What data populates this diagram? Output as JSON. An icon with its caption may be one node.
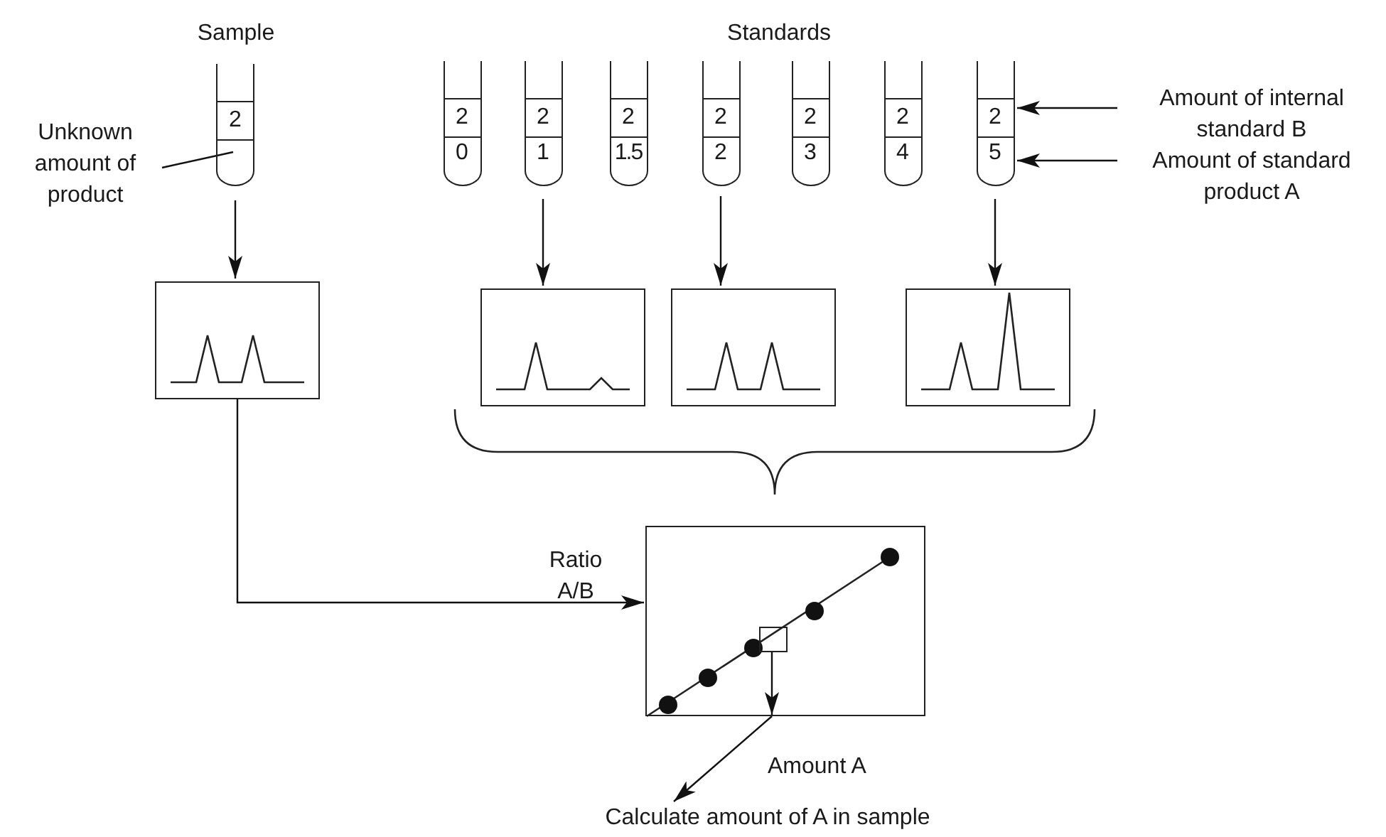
{
  "diagram": {
    "nodes": [
      {
        "text": [
          "2"
        ],
        "beside": [
          "Sample"
        ]
      },
      {
        "text": [
          "Unknown amount of product"
        ]
      },
      {
        "text": [
          "2",
          "0"
        ]
      },
      {
        "text": [
          "2",
          "1"
        ]
      },
      {
        "text": [
          "2",
          "1.5"
        ]
      },
      {
        "text": [
          "2",
          "2"
        ]
      },
      {
        "text": [
          "2",
          "3"
        ]
      },
      {
        "text": [
          "2",
          "4"
        ]
      },
      {
        "text": [
          "2",
          "5"
        ]
      },
      {
        "text": [
          "Amount of internal standard B"
        ]
      },
      {
        "text": [
          "Amount of standard product A"
        ]
      },
      {
        "text": [],
        "shape": "box"
      },
      {
        "text": [],
        "shape": "box"
      },
      {
        "text": [],
        "shape": "box"
      },
      {
        "text": [],
        "shape": "box"
      },
      {
        "text": [],
        "shape": "box"
      },
      {
        "text": [],
        "shape": "box",
        "in": 15
      },
      {
        "text": [
          "Calculate amount of A in sample"
        ]
      }
    ],
    "edges": [
      {
        "from": 1,
        "to": 0,
        "arrow": "none"
      },
      {
        "from": 9,
        "to": 8,
        "arrow": "to"
      },
      {
        "from": 10,
        "to": 8,
        "arrow": "to"
      },
      {
        "from": 0,
        "to": 11,
        "arrow": "to"
      },
      {
        "from": 3,
        "to": 12,
        "arrow": "to"
      },
      {
        "from": 5,
        "to": 13,
        "arrow": "to"
      },
      {
        "from": 8,
        "to": 14,
        "arrow": "to"
      },
      {
        "from": 11,
        "to": 15,
        "arrow": "to"
      },
      {
        "from": 16,
        "to": null,
        "arrow": "to"
      },
      {
        "from": 15,
        "to": 17,
        "arrow": "to",
        "label": "Amount A"
      }
    ],
    "labels": [
      "Standards",
      "Ratio A/B"
    ]
  }
}
